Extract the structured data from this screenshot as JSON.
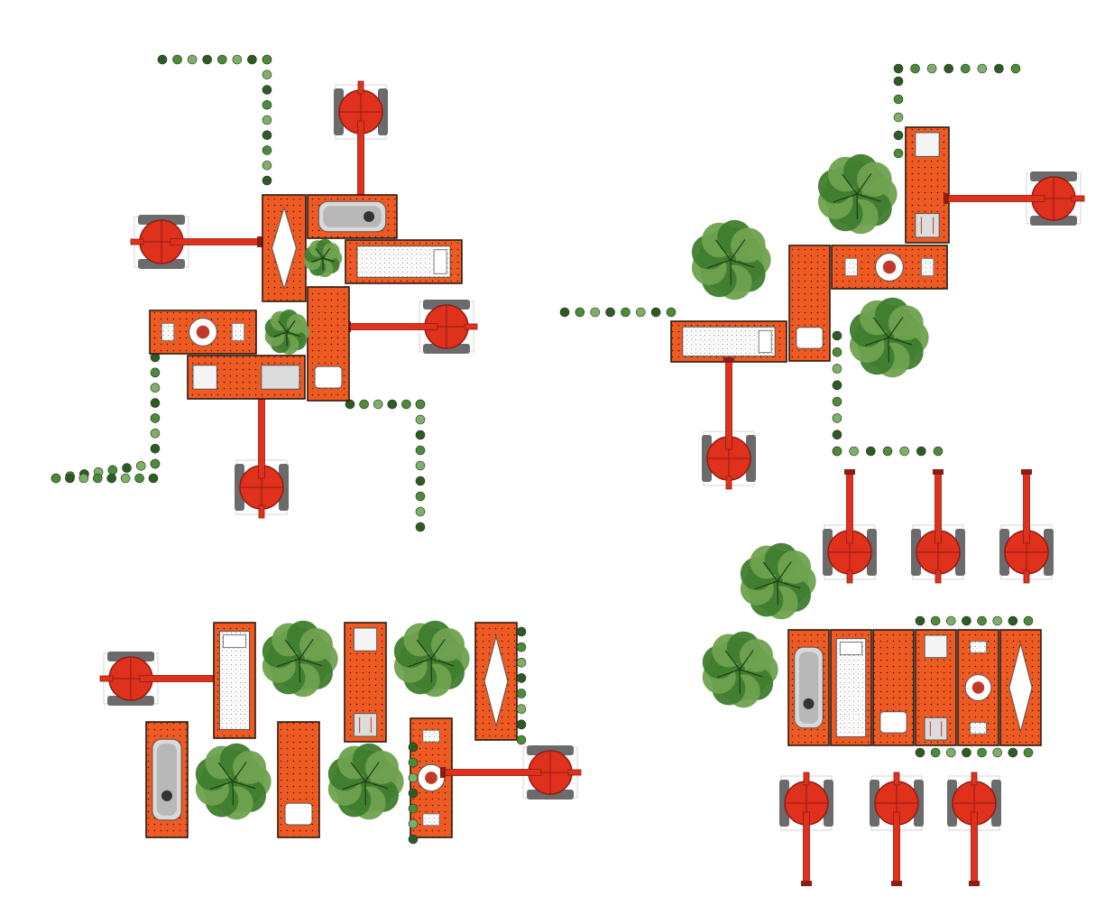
{
  "colors": {
    "module": "#ef5a23",
    "module_edge": "#2a1a12",
    "excavator": "#e0311d",
    "excavator_dark": "#8c1d12",
    "track": "#6b6b6b",
    "tree": "#3f7d2e",
    "tree_light": "#6fa24f",
    "shrub": "#4e8a3b",
    "fixture": "#f4f4f4",
    "fixture_edge": "#555555"
  },
  "configurations": [
    {
      "name": "cluster-plan-top-left",
      "kind": "cross"
    },
    {
      "name": "cluster-plan-top-right",
      "kind": "courtyard"
    },
    {
      "name": "cluster-plan-bottom-left",
      "kind": "rows"
    },
    {
      "name": "cluster-plan-bottom-right",
      "kind": "terrace"
    }
  ]
}
